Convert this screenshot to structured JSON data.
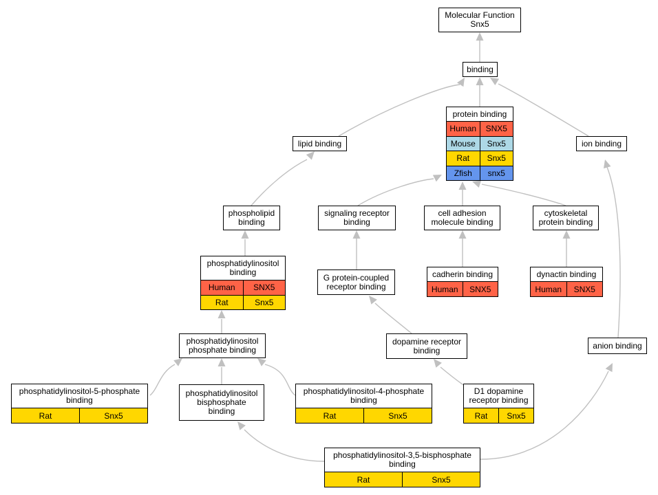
{
  "colors": {
    "edge": "#c0c0c0",
    "node_border": "#000000",
    "Human": "#ff6347",
    "Mouse": "#add8e6",
    "Rat": "#ffd700",
    "Zfish": "#6495ed"
  },
  "nodes": {
    "mf": {
      "lines": [
        "Molecular Function",
        "Snx5"
      ],
      "annotations": []
    },
    "binding": {
      "lines": [
        "binding"
      ],
      "annotations": []
    },
    "protein": {
      "lines": [
        "protein binding"
      ],
      "annotations": [
        {
          "species": "Human",
          "gene": "SNX5"
        },
        {
          "species": "Mouse",
          "gene": "Snx5"
        },
        {
          "species": "Rat",
          "gene": "Snx5"
        },
        {
          "species": "Zfish",
          "gene": "snx5"
        }
      ]
    },
    "lipid": {
      "lines": [
        "lipid binding"
      ],
      "annotations": []
    },
    "ion": {
      "lines": [
        "ion binding"
      ],
      "annotations": []
    },
    "phospholipid": {
      "lines": [
        "phospholipid",
        "binding"
      ],
      "annotations": []
    },
    "sigrec": {
      "lines": [
        "signaling receptor",
        "binding"
      ],
      "annotations": []
    },
    "celladh": {
      "lines": [
        "cell adhesion",
        "molecule binding"
      ],
      "annotations": []
    },
    "cytoskel": {
      "lines": [
        "cytoskeletal",
        "protein binding"
      ],
      "annotations": []
    },
    "ptdins": {
      "lines": [
        "phosphatidylinositol",
        "binding"
      ],
      "annotations": [
        {
          "species": "Human",
          "gene": "SNX5"
        },
        {
          "species": "Rat",
          "gene": "Snx5"
        }
      ]
    },
    "gpcr": {
      "lines": [
        "G protein-coupled",
        "receptor binding"
      ],
      "annotations": []
    },
    "cadherin": {
      "lines": [
        "cadherin binding"
      ],
      "annotations": [
        {
          "species": "Human",
          "gene": "SNX5"
        }
      ]
    },
    "dynactin": {
      "lines": [
        "dynactin binding"
      ],
      "annotations": [
        {
          "species": "Human",
          "gene": "SNX5"
        }
      ]
    },
    "ptdinsp": {
      "lines": [
        "phosphatidylinositol",
        "phosphate binding"
      ],
      "annotations": []
    },
    "dopamine": {
      "lines": [
        "dopamine receptor",
        "binding"
      ],
      "annotations": []
    },
    "anion": {
      "lines": [
        "anion binding"
      ],
      "annotations": []
    },
    "pi5p": {
      "lines": [
        "phosphatidylinositol-5-phosphate",
        "binding"
      ],
      "annotations": [
        {
          "species": "Rat",
          "gene": "Snx5"
        }
      ]
    },
    "pibisp": {
      "lines": [
        "phosphatidylinositol",
        "bisphosphate",
        "binding"
      ],
      "annotations": []
    },
    "pi4p": {
      "lines": [
        "phosphatidylinositol-4-phosphate",
        "binding"
      ],
      "annotations": [
        {
          "species": "Rat",
          "gene": "Snx5"
        }
      ]
    },
    "d1": {
      "lines": [
        "D1 dopamine",
        "receptor binding"
      ],
      "annotations": [
        {
          "species": "Rat",
          "gene": "Snx5"
        }
      ]
    },
    "pi35": {
      "lines": [
        "phosphatidylinositol-3,5-bisphosphate",
        "binding"
      ],
      "annotations": [
        {
          "species": "Rat",
          "gene": "Snx5"
        }
      ]
    }
  }
}
